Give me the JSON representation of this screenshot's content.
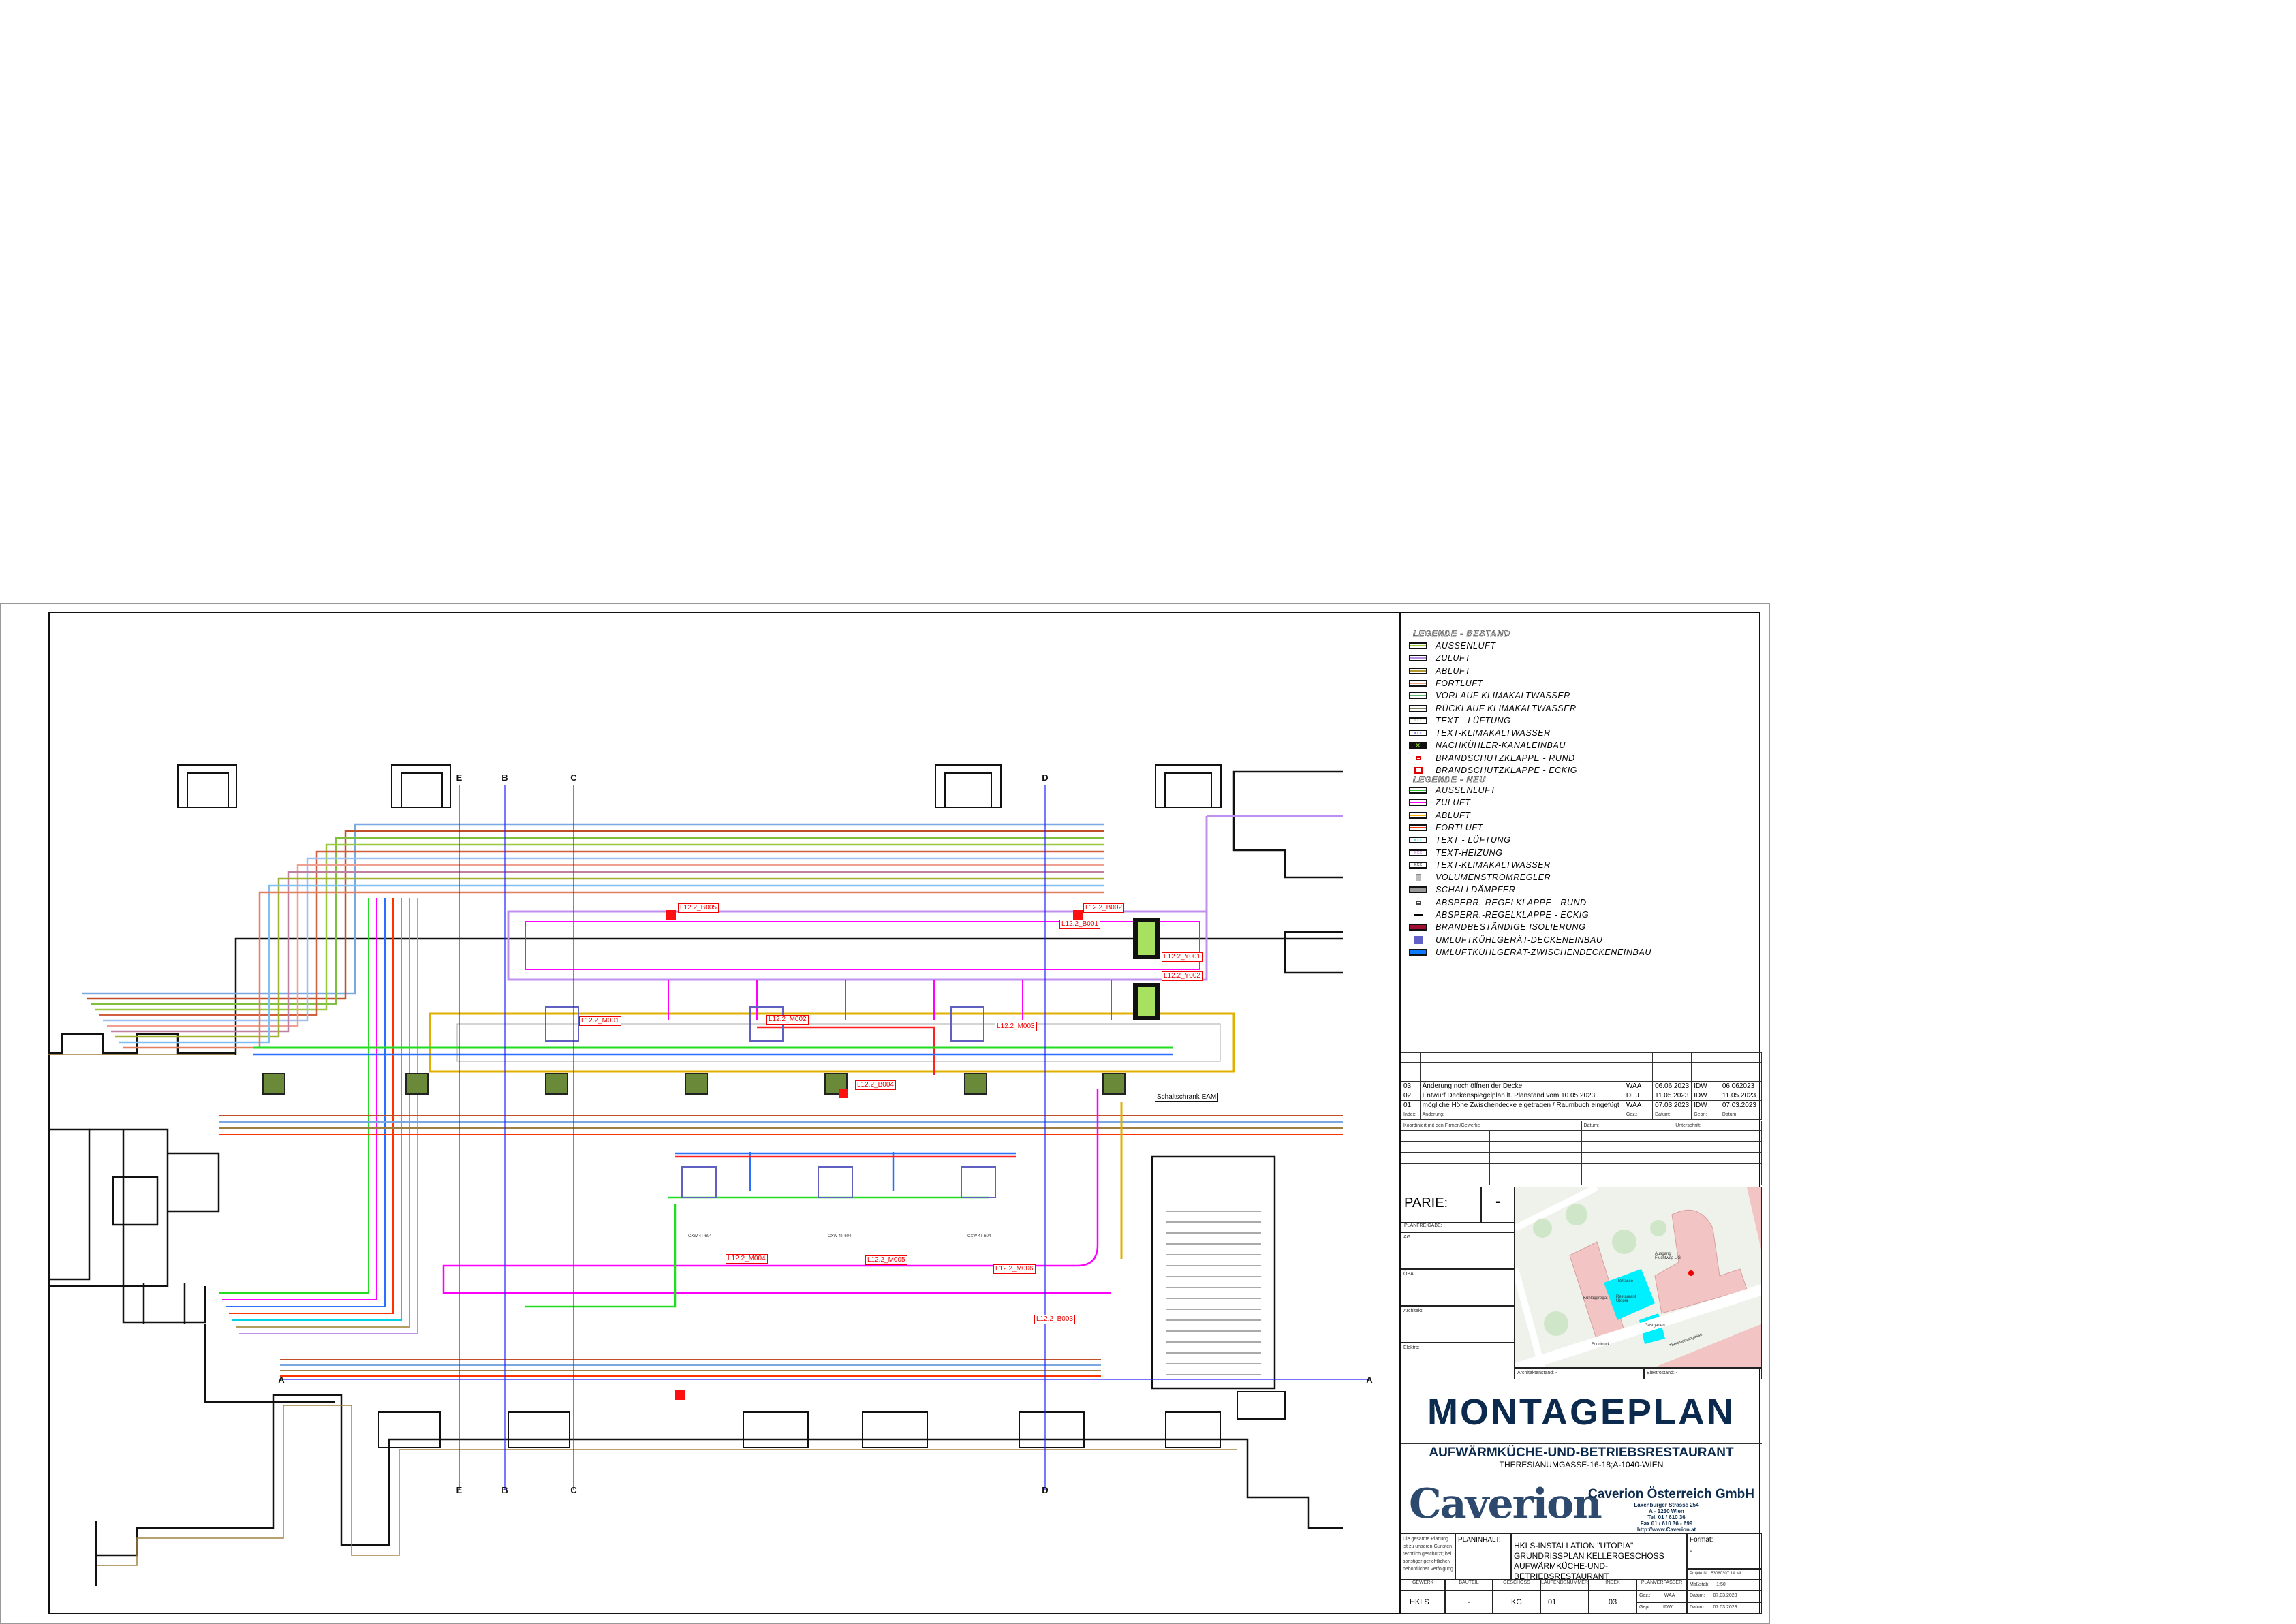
{
  "legend": {
    "existing_title": "LEGENDE - BESTAND",
    "existing": [
      {
        "label": "AUSSENLUFT",
        "color": "#9acd32"
      },
      {
        "label": "ZULUFT",
        "color": "#b48ce6"
      },
      {
        "label": "ABLUFT",
        "color": "#b8962e"
      },
      {
        "label": "FORTLUFT",
        "color": "#f0a080"
      },
      {
        "label": "VORLAUF KLIMAKALTWASSER",
        "color": "#5cb870"
      },
      {
        "label": "RÜCKLAUF KLIMAKALTWASSER",
        "color": "#808060"
      },
      {
        "label": "TEXT - LÜFTUNG",
        "color": "#c8c890",
        "mark": "xxx"
      },
      {
        "label": "TEXT-KLIMAKALTWASSER",
        "color": "#4040ff",
        "mark": "xxx"
      },
      {
        "label": "NACHKÜHLER-KANALEINBAU",
        "color": "#99dd33",
        "icon": "cooler"
      },
      {
        "label": "BRANDSCHUTZKLAPPE - RUND",
        "color": "#e00000",
        "icon": "small"
      },
      {
        "label": "BRANDSCHUTZKLAPPE - ECKIG",
        "color": "#e00000",
        "icon": "damper"
      }
    ],
    "new_title": "LEGENDE - NEU",
    "new": [
      {
        "label": "AUSSENLUFT",
        "color": "#22cc22"
      },
      {
        "label": "ZULUFT",
        "color": "#ff00ff"
      },
      {
        "label": "ABLUFT",
        "color": "#ffb000"
      },
      {
        "label": "FORTLUFT",
        "color": "#ff3300"
      },
      {
        "label": "TEXT - LÜFTUNG",
        "color": "#00e0ff",
        "mark": "xxx"
      },
      {
        "label": "TEXT-HEIZUNG",
        "color": "#c080e0",
        "mark": "xxx"
      },
      {
        "label": "TEXT-KLIMAKALTWASSER",
        "color": "#444444",
        "mark": "xxx"
      },
      {
        "label": "VOLUMENSTROMREGLER",
        "color": "#bbbbbb",
        "icon": "vsr"
      },
      {
        "label": "SCHALLDÄMPFER",
        "color": "#999999",
        "icon": "fill"
      },
      {
        "label": "ABSPERR.-REGELKLAPPE - RUND",
        "color": "#444444",
        "icon": "small"
      },
      {
        "label": "ABSPERR.-REGELKLAPPE - ECKIG",
        "color": "#000000",
        "icon": "bar"
      },
      {
        "label": "BRANDBESTÄNDIGE ISOLIERUNG",
        "color": "#a01030",
        "icon": "fill"
      },
      {
        "label": "UMLUFTKÜHLGERÄT-DECKENEINBAU",
        "color": "#6060c8",
        "icon": "square"
      },
      {
        "label": "UMLUFTKÜHLGERÄT-ZWISCHENDECKENEINBAU",
        "color": "#0a7aff",
        "icon": "fill"
      }
    ]
  },
  "revisions": {
    "rows": [
      {
        "index": "03",
        "change": "Änderung noch öffnen der Decke",
        "drawn": "WAA",
        "date": "06.06.2023",
        "checked": "IDW",
        "checked_date": "06.062023"
      },
      {
        "index": "02",
        "change": "Entwurf Deckenspiegelplan lt. Planstand vom 10.05.2023",
        "drawn": "DEJ",
        "date": "11.05.2023",
        "checked": "IDW",
        "checked_date": "11.05.2023"
      },
      {
        "index": "01",
        "change": "mögliche Höhe Zwischendecke eigetragen / Raumbuch eingefügt",
        "drawn": "WAA",
        "date": "07.03.2023",
        "checked": "IDW",
        "checked_date": "07.03.2023"
      }
    ],
    "headers": {
      "index": "Index:",
      "change": "Änderung:",
      "drawn": "Gez.:",
      "date": "Datum:",
      "checked": "Gepr.:",
      "checked_date": "Datum:"
    }
  },
  "coordination": {
    "label": "Koordiniert mit den Firmen/Gewerke",
    "date": "Datum:",
    "signature": "Unterschrift:"
  },
  "parie": {
    "label": "PARIE:",
    "value": "-"
  },
  "approval": {
    "planfreigabe": "PLANFREIGABE:",
    "ag": "AG:",
    "oeba": "ÖBA:",
    "architekt": "Architekt:",
    "elektro": "Elektro:"
  },
  "map": {
    "terrasse": "Terrasse",
    "restaurant": "Restaurant Utopia",
    "kuehlaggregat": "Kühlaggregat",
    "gastgarten": "Gastgarten",
    "foodtruck": "Foodtruck",
    "ausgang": "Ausgang Fluchtweg UG",
    "strasse": "Theresianumgasse",
    "architektenstand": "Architektenstand: -",
    "elektrostand": "Elektrostand: -"
  },
  "title": {
    "main": "MONTAGEPLAN",
    "project": "AUFWÄRMKÜCHE-UND-BETRIEBSRESTAURANT",
    "address": "THERESIANUMGASSE-16-18;A-1040-WIEN"
  },
  "company": {
    "logo": "Caverion",
    "name": "Caverion Österreich GmbH",
    "street": "Laxenburger Strasse 254",
    "city": "A - 1230 Wien",
    "tel": "Tel. 01 / 610 36",
    "fax": "Fax 01 / 610 36 - 699",
    "web": "http://www.Caverion.at"
  },
  "plan_content": {
    "disclaimer": "Die gesamte Planung ist zu unseren Gunsten rechtlich geschützt; bei sonstiger gerichtlicher/ behördlicher Verfolgung",
    "label": "PLANINHALT:",
    "line1": "HKLS-INSTALLATION \"UTOPIA\"",
    "line2": "GRUNDRISSPLAN KELLERGESCHOSS",
    "line3": "AUFWÄRMKÜCHE-UND-BETRIEBSRESTAURANT",
    "format_label": "Format:",
    "format_value": "-",
    "project_no_label": "Projekt Nr.:",
    "project_no": "53080307 1A.MI"
  },
  "meta": {
    "headers": {
      "gewerk": "GEWERK",
      "bauteil": "BAUTEIL",
      "geschoss": "GESCHOSS",
      "laufnr": "LAUFENDENUMMER",
      "index": "INDEX",
      "planverfasser": "PLANVERFASSER"
    },
    "gewerk": "HKLS",
    "bauteil": "-",
    "geschoss": "KG",
    "laufnr": "01",
    "index": "03",
    "gez_label": "Gez.:",
    "gez": "WAA",
    "gepr_label": "Gepr.:",
    "gepr": "IDW",
    "scale_label": "Maßstab:",
    "scale": "1:50",
    "date_label": "Datum:",
    "date1": "07.03.2023",
    "date2": "07.03.2023"
  },
  "drawing": {
    "axes": {
      "e": "E",
      "b": "B",
      "c": "C",
      "d": "D",
      "a": "A"
    },
    "tags": {
      "b005": "L12.2_B005",
      "b002": "L12.2_B002",
      "b001": "L12.2_B001",
      "y001": "L12.2_Y001",
      "y002": "L12.2_Y002",
      "m001": "L12.2_M001",
      "m002": "L12.2_M002",
      "m003": "L12.2_M003",
      "b004": "L12.2_B004",
      "m004": "L12.2_M004",
      "m005": "L12.2_M005",
      "m006": "L12.2_M006",
      "b003": "L12.2_B003"
    },
    "schaltschrank": "Schaltschrank EAM",
    "units": {
      "type": "CXW 4T-604"
    }
  }
}
